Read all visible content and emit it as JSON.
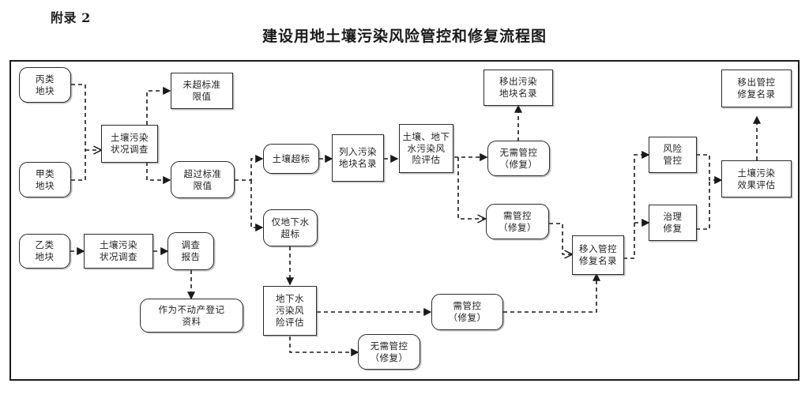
{
  "header": {
    "appendix_label": "附录 2",
    "title": "建设用地土壤污染风险管控和修复流程图"
  },
  "diagram": {
    "type": "flowchart",
    "frame": {
      "border_color": "#1a1a1a"
    },
    "line_style": "dashed",
    "arrow_color": "#1a1a1a",
    "nodes": [
      {
        "id": "bing_parcel",
        "label": "丙类\n地块",
        "shape": "rounded"
      },
      {
        "id": "jia_parcel",
        "label": "甲类\n地块",
        "shape": "rounded"
      },
      {
        "id": "yi_parcel",
        "label": "乙类\n地块",
        "shape": "rounded"
      },
      {
        "id": "soil_survey_1",
        "label": "土壤污染\n状况调查",
        "shape": "rect"
      },
      {
        "id": "soil_survey_2",
        "label": "土壤污染\n状况调查",
        "shape": "rect"
      },
      {
        "id": "not_exceed",
        "label": "未超标准\n限值",
        "shape": "rect"
      },
      {
        "id": "exceed",
        "label": "超过标准\n限值",
        "shape": "rounded"
      },
      {
        "id": "survey_report",
        "label": "调查\n报告",
        "shape": "rounded"
      },
      {
        "id": "realestate_record",
        "label": "作为不动产登记\n资料",
        "shape": "rounded"
      },
      {
        "id": "soil_exceed",
        "label": "土壤超标",
        "shape": "rounded"
      },
      {
        "id": "gw_only_exceed",
        "label": "仅地下水\n超标",
        "shape": "rounded"
      },
      {
        "id": "listed_polluted",
        "label": "列入污染\n地块名录",
        "shape": "rect"
      },
      {
        "id": "soil_gw_risk_eval",
        "label": "土壤、地下\n水污染风\n险评估",
        "shape": "rect"
      },
      {
        "id": "gw_risk_eval",
        "label": "地下水\n污染风\n险评估",
        "shape": "rect"
      },
      {
        "id": "no_control_1",
        "label": "无需管控\n（修复）",
        "shape": "rounded"
      },
      {
        "id": "need_control_1",
        "label": "需管控\n（修复）",
        "shape": "rounded"
      },
      {
        "id": "no_control_2",
        "label": "无需管控\n（修复）",
        "shape": "rounded"
      },
      {
        "id": "need_control_2",
        "label": "需管控\n（修复）",
        "shape": "rounded"
      },
      {
        "id": "remove_polluted",
        "label": "移出污染\n地块名录",
        "shape": "rect"
      },
      {
        "id": "enter_control_list",
        "label": "移入管控\n修复名录",
        "shape": "rect"
      },
      {
        "id": "risk_control",
        "label": "风险\n管控",
        "shape": "rect"
      },
      {
        "id": "remediation",
        "label": "治理\n修复",
        "shape": "rect"
      },
      {
        "id": "effect_eval",
        "label": "土壤污染\n效果评估",
        "shape": "rect"
      },
      {
        "id": "remove_control_list",
        "label": "移出管控\n修复名录",
        "shape": "rect"
      }
    ],
    "edges": [
      {
        "from": "bing_parcel",
        "to": "soil_survey_1"
      },
      {
        "from": "jia_parcel",
        "to": "soil_survey_1"
      },
      {
        "from": "soil_survey_1",
        "to": "not_exceed"
      },
      {
        "from": "soil_survey_1",
        "to": "exceed"
      },
      {
        "from": "exceed",
        "to": "soil_exceed"
      },
      {
        "from": "exceed",
        "to": "gw_only_exceed"
      },
      {
        "from": "soil_exceed",
        "to": "listed_polluted"
      },
      {
        "from": "listed_polluted",
        "to": "soil_gw_risk_eval"
      },
      {
        "from": "soil_gw_risk_eval",
        "to": "no_control_1"
      },
      {
        "from": "soil_gw_risk_eval",
        "to": "need_control_1"
      },
      {
        "from": "no_control_1",
        "to": "remove_polluted"
      },
      {
        "from": "need_control_1",
        "to": "enter_control_list"
      },
      {
        "from": "yi_parcel",
        "to": "soil_survey_2"
      },
      {
        "from": "soil_survey_2",
        "to": "survey_report"
      },
      {
        "from": "survey_report",
        "to": "realestate_record"
      },
      {
        "from": "gw_only_exceed",
        "to": "gw_risk_eval"
      },
      {
        "from": "gw_risk_eval",
        "to": "need_control_2"
      },
      {
        "from": "gw_risk_eval",
        "to": "no_control_2"
      },
      {
        "from": "need_control_2",
        "to": "enter_control_list"
      },
      {
        "from": "enter_control_list",
        "to": "risk_control"
      },
      {
        "from": "enter_control_list",
        "to": "remediation"
      },
      {
        "from": "risk_control",
        "to": "effect_eval"
      },
      {
        "from": "remediation",
        "to": "effect_eval"
      },
      {
        "from": "effect_eval",
        "to": "remove_control_list"
      }
    ]
  }
}
